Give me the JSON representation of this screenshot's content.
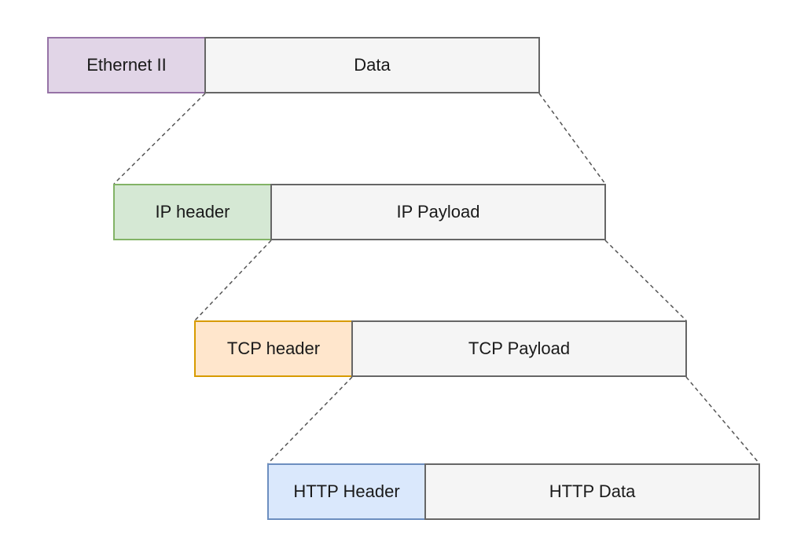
{
  "diagram": {
    "layers": [
      {
        "header_label": "Ethernet II",
        "payload_label": "Data",
        "header_color": "#e1d5e7",
        "header_border": "#9673a6"
      },
      {
        "header_label": "IP header",
        "payload_label": "IP Payload",
        "header_color": "#d5e8d4",
        "header_border": "#82b366"
      },
      {
        "header_label": "TCP header",
        "payload_label": "TCP Payload",
        "header_color": "#ffe6cc",
        "header_border": "#d79b00"
      },
      {
        "header_label": "HTTP Header",
        "payload_label": "HTTP Data",
        "header_color": "#dae8fc",
        "header_border": "#6c8ebf"
      }
    ],
    "payload_color": "#f5f5f5",
    "payload_border": "#666666",
    "connector_style": "dashed"
  }
}
